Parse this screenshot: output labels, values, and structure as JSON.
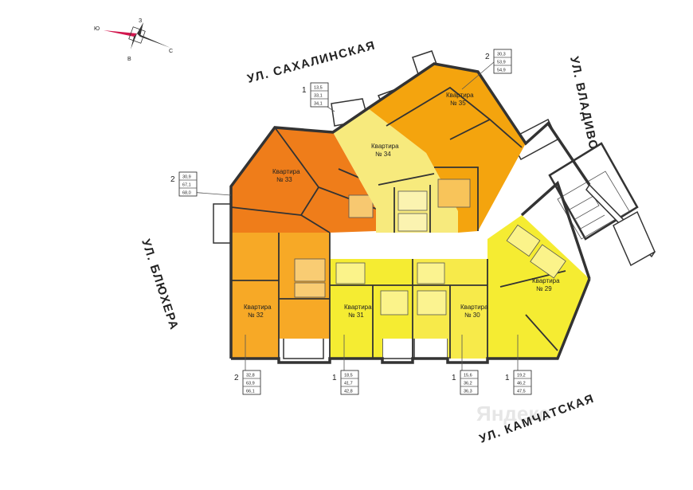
{
  "compass": {
    "n": "З",
    "e": "С",
    "s": "В",
    "w": "Ю"
  },
  "streets": {
    "top": "УЛ. САХАЛИНСКАЯ",
    "right": "УЛ. ВЛАДИВОСТОКСКАЯ",
    "left": "УЛ. БЛЮХЕРА",
    "bottom": "УЛ. КАМЧАТСКАЯ"
  },
  "apartments": [
    {
      "id": "35",
      "label_line1": "Квартира",
      "label_line2": "№ 35",
      "rooms": "2",
      "areas": [
        "30,3",
        "53,9",
        "54,9"
      ],
      "color": "#f4a40e"
    },
    {
      "id": "34",
      "label_line1": "Квартира",
      "label_line2": "№ 34",
      "rooms": "1",
      "areas": [
        "13,5",
        "33,1",
        "34,1"
      ],
      "color": "#f7ea7d"
    },
    {
      "id": "33",
      "label_line1": "Квартира",
      "label_line2": "№ 33",
      "rooms": "2",
      "areas": [
        "30,9",
        "67,1",
        "68,0"
      ],
      "color": "#ef7d1a"
    },
    {
      "id": "32",
      "label_line1": "Квартира",
      "label_line2": "№ 32",
      "rooms": "2",
      "areas": [
        "32,8",
        "63,9",
        "66,1"
      ],
      "color": "#f7a926"
    },
    {
      "id": "31",
      "label_line1": "Квартира",
      "label_line2": "№ 31",
      "rooms": "1",
      "areas": [
        "18,5",
        "41,7",
        "42,8"
      ],
      "color": "#f5ec32"
    },
    {
      "id": "30",
      "label_line1": "Квартира",
      "label_line2": "№ 30",
      "rooms": "1",
      "areas": [
        "15,6",
        "36,2",
        "36,3"
      ],
      "color": "#f7ea4a"
    },
    {
      "id": "29",
      "label_line1": "Квартира",
      "label_line2": "№ 29",
      "rooms": "1",
      "areas": [
        "19,2",
        "46,2",
        "47,5"
      ],
      "color": "#f5ec32"
    }
  ],
  "colors": {
    "wall": "#333333",
    "corridor": "#ffffff",
    "stair": "#ffffff"
  }
}
